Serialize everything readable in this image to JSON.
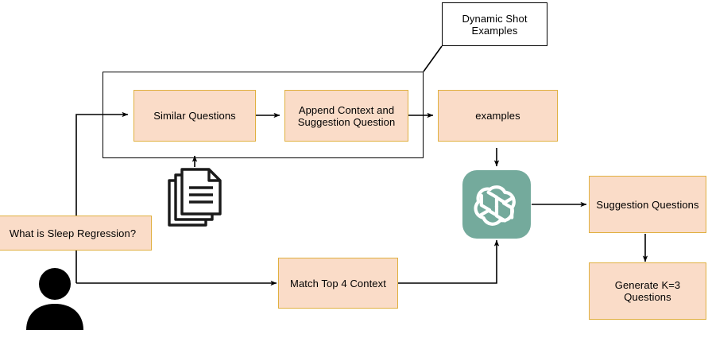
{
  "diagram": {
    "title": "Dynamic Shot Examples RAG suggestion-question pipeline",
    "colors": {
      "node_fill": "#fadcc8",
      "node_border": "#e0b040",
      "plain_fill": "#ffffff",
      "plain_border": "#000000",
      "connector": "#000000",
      "gpt_tile": "#74aa9c",
      "icon_dark": "#000000"
    },
    "nodes": {
      "dynamic_shot_examples": {
        "label": "Dynamic Shot Examples"
      },
      "similar_questions": {
        "label": "Similar Questions"
      },
      "append_context": {
        "label": "Append Context and Suggestion Question"
      },
      "examples": {
        "label": "examples"
      },
      "user_question": {
        "label": "What is Sleep Regression?"
      },
      "match_context": {
        "label": "Match Top 4 Context"
      },
      "suggestion_questions": {
        "label": "Suggestion Questions"
      },
      "generate_questions": {
        "label": "Generate K=3 Questions"
      }
    },
    "icons": {
      "documents": {
        "name": "documents-stack-icon"
      },
      "chatgpt": {
        "name": "chatgpt-logo-icon"
      },
      "user": {
        "name": "user-person-icon"
      }
    },
    "edges": [
      {
        "from": "user_question",
        "to": "similar_questions"
      },
      {
        "from": "documents",
        "to": "similar_questions"
      },
      {
        "from": "similar_questions",
        "to": "append_context"
      },
      {
        "from": "append_context",
        "to": "examples"
      },
      {
        "from": "examples",
        "to": "chatgpt"
      },
      {
        "from": "user_question",
        "to": "match_context"
      },
      {
        "from": "match_context",
        "to": "chatgpt"
      },
      {
        "from": "chatgpt",
        "to": "suggestion_questions"
      },
      {
        "from": "suggestion_questions",
        "to": "generate_questions"
      },
      {
        "from": "dynamic_shot_examples",
        "to": "group_container"
      }
    ]
  }
}
